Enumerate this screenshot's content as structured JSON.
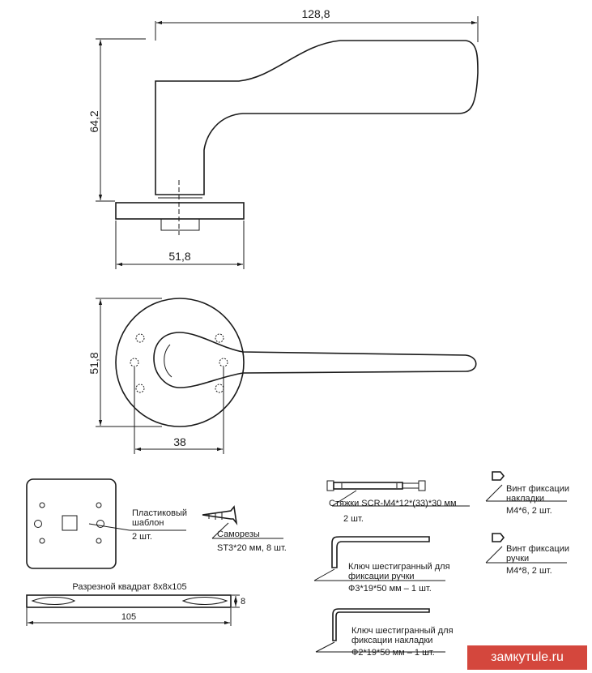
{
  "dimensions": {
    "handle_length": "128,8",
    "handle_height": "64,2",
    "rose_width": "51,8",
    "rose_diameter": "51,8",
    "hole_spacing": "38",
    "spindle_length": "105",
    "spindle_size": "8"
  },
  "parts": {
    "template_label": "Пластиковый\nшаблон",
    "template_qty": "2 шт.",
    "screws_label": "Саморезы",
    "screws_spec": "ST3*20 мм, 8 шт.",
    "spindle_label": "Разрезной квадрат 8х8х105",
    "bolts_label": "Стяжки SCR-M4*12*(33)*30 мм",
    "bolts_qty": "2 шт.",
    "rose_screw_label": "Винт фиксации\nнакладки",
    "rose_screw_spec": "М4*6, 2 шт.",
    "handle_screw_label": "Винт фиксации\nручки",
    "handle_screw_spec": "М4*8, 2 шт.",
    "key_handle_label": "Ключ шестигранный для\nфиксации ручки",
    "key_handle_spec": "Ф3*19*50 мм – 1 шт.",
    "key_rose_label": "Ключ шестигранный для\nфиксации накладки",
    "key_rose_spec": "Ф2*19*50 мм – 1 шт."
  },
  "watermark": "замкүтule.ru",
  "colors": {
    "watermark_bg": "#d4473d",
    "line": "#1a1a1a"
  }
}
